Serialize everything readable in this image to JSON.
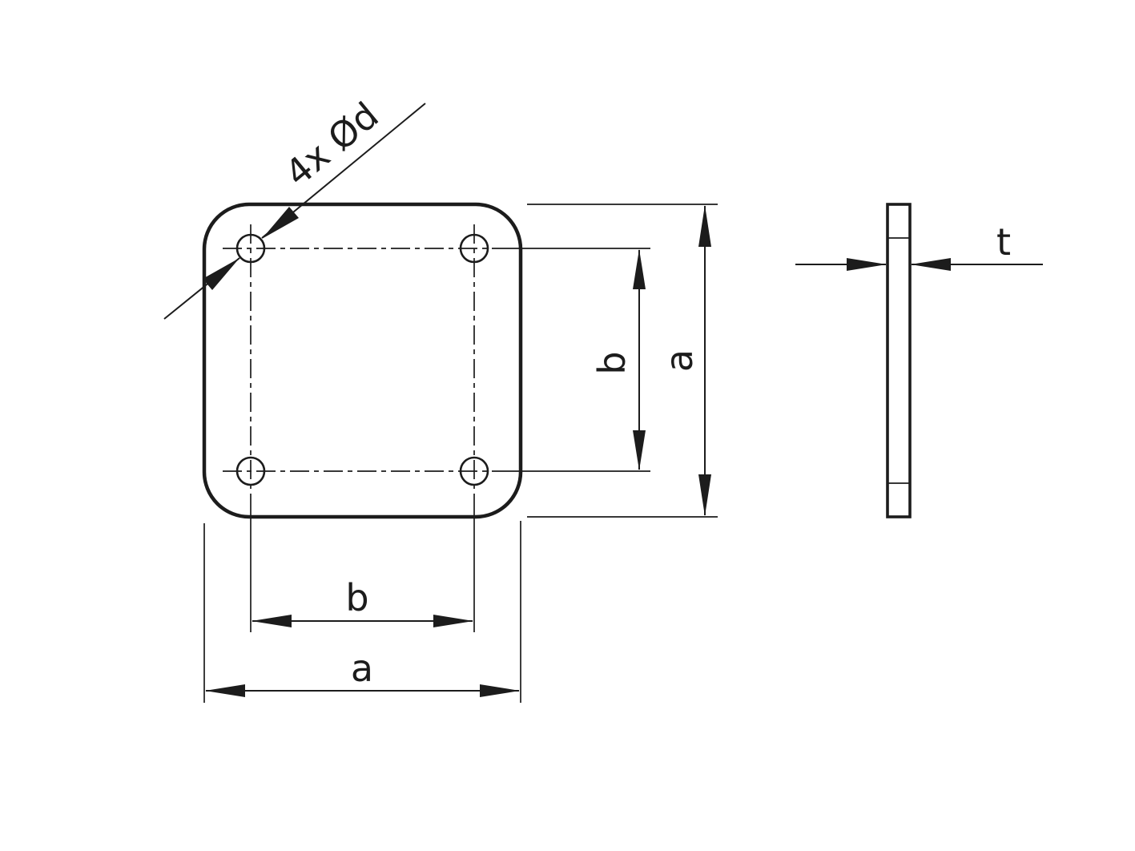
{
  "drawing": {
    "background": "#ffffff",
    "line_color": "#1c1c1c",
    "labels": {
      "hole_callout": "4x Ød",
      "hole_pitch_vertical": "b",
      "plate_height": "a",
      "hole_pitch_horizontal": "b",
      "plate_width": "a",
      "thickness": "t"
    }
  }
}
